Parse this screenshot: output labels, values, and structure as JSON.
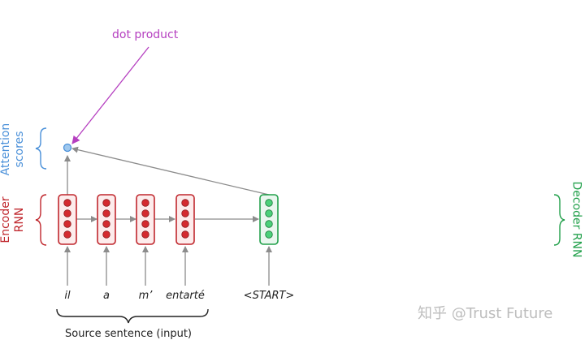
{
  "labels": {
    "dot_product": "dot product",
    "attention_scores": [
      "Attention",
      "scores"
    ],
    "encoder_rnn": [
      "Encoder",
      "RNN"
    ],
    "decoder_rnn": "Decoder RNN",
    "source_sentence_partial": "Source sentence (input)"
  },
  "words": [
    "il",
    "a",
    "m’",
    "entarté",
    "<START>"
  ],
  "watermark": "知乎 @Trust Future",
  "colors": {
    "encoder": "#c0272d",
    "decoder": "#22a04b",
    "attention": "#4a90d9",
    "dot_product": "#b53fc0",
    "arrow": "#8c8c8c"
  }
}
